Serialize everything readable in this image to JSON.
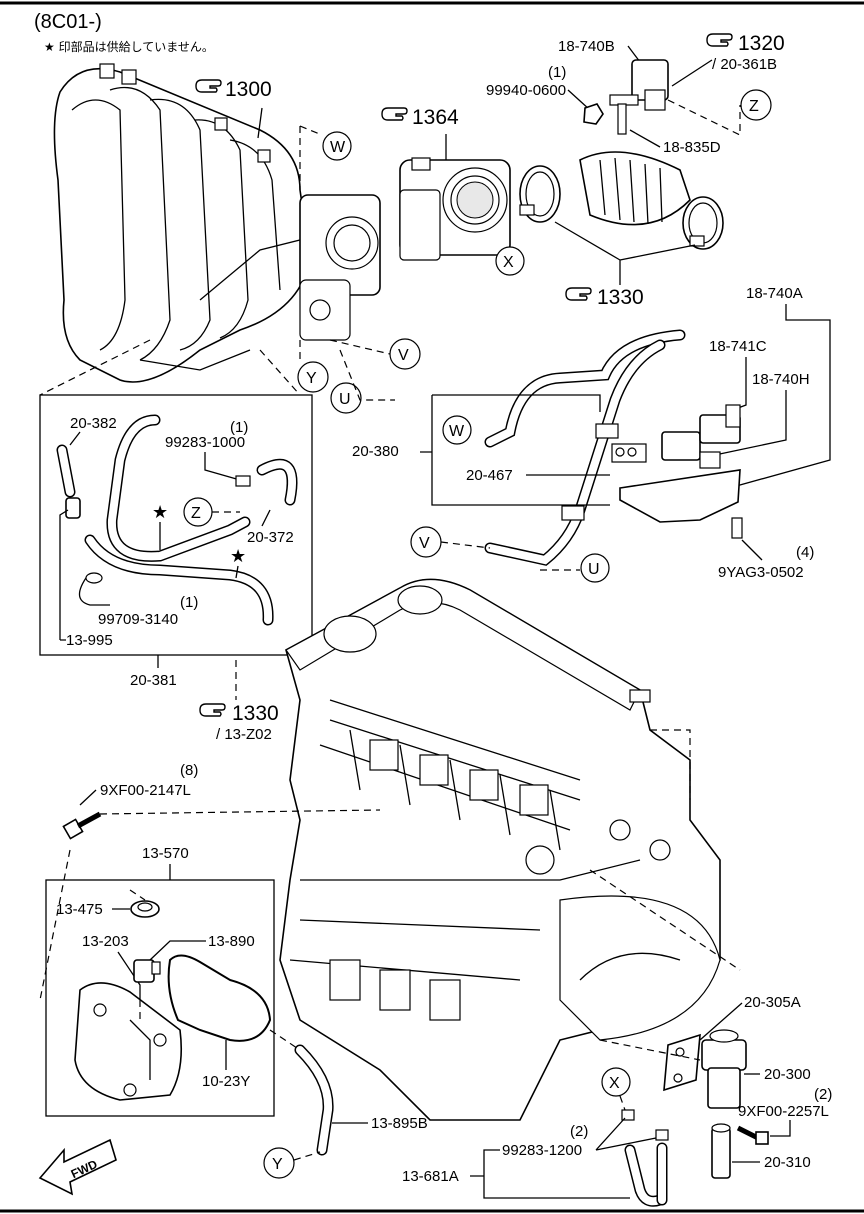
{
  "header": {
    "model_code": "(8C01-)",
    "note": "★ 印部品は供給していません。"
  },
  "refs": {
    "r1300": "1300",
    "r1364": "1364",
    "r1320": "1320",
    "r1320_sub": "/ 20-361B",
    "r1330a": "1330",
    "r1330b": "1330",
    "r1330b_sub": "/ 13-Z02"
  },
  "circles": {
    "W": "W",
    "X": "X",
    "Y": "Y",
    "Z": "Z",
    "U": "U",
    "V": "V",
    "W2": "W",
    "Z2": "Z",
    "V2": "V",
    "U2": "U",
    "X2": "X",
    "Y2": "Y"
  },
  "parts": {
    "p18_740B": "18-740B",
    "p99940_qty": "(1)",
    "p99940": "99940-0600",
    "p18_835D": "18-835D",
    "p18_740A": "18-740A",
    "p18_741C": "18-741C",
    "p18_740H": "18-740H",
    "p20_380": "20-380",
    "p20_467": "20-467",
    "p9YAG3_qty": "(4)",
    "p9YAG3": "9YAG3-0502",
    "p20_382": "20-382",
    "p99283_1000_qty": "(1)",
    "p99283_1000": "99283-1000",
    "p20_372": "20-372",
    "p99709_qty": "(1)",
    "p99709": "99709-3140",
    "p13_995": "13-995",
    "p20_381": "20-381",
    "p9XF00_2147_qty": "(8)",
    "p9XF00_2147": "9XF00-2147L",
    "p13_570": "13-570",
    "p13_475": "13-475",
    "p13_203": "13-203",
    "p13_890": "13-890",
    "p10_23Y": "10-23Y",
    "p13_895B": "13-895B",
    "p20_305A": "20-305A",
    "p20_300": "20-300",
    "p9XF00_2257_qty": "(2)",
    "p9XF00_2257": "9XF00-2257L",
    "p20_310": "20-310",
    "p99283_1200_qty": "(2)",
    "p99283_1200": "99283-1200",
    "p13_681A": "13-681A",
    "fwd": "FWD"
  },
  "stars": {
    "s1": "★",
    "s2": "★"
  }
}
